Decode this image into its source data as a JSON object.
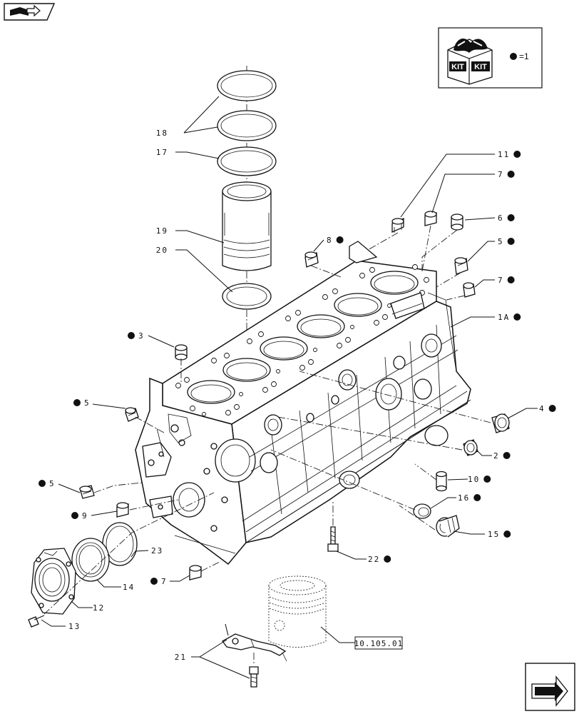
{
  "kit_legend": {
    "badge_left": "KIT",
    "badge_right": "KIT",
    "equation": "=1"
  },
  "reference_box": "10.105.01",
  "callouts": [
    {
      "id": "c18",
      "label": "18",
      "kit": false
    },
    {
      "id": "c17",
      "label": "17",
      "kit": false
    },
    {
      "id": "c19",
      "label": "19",
      "kit": false
    },
    {
      "id": "c20",
      "label": "20",
      "kit": false
    },
    {
      "id": "c11",
      "label": "11",
      "kit": true
    },
    {
      "id": "c7a",
      "label": "7",
      "kit": true
    },
    {
      "id": "c6",
      "label": "6",
      "kit": true
    },
    {
      "id": "c8",
      "label": "8",
      "kit": true
    },
    {
      "id": "c5a",
      "label": "5",
      "kit": true
    },
    {
      "id": "c7b",
      "label": "7",
      "kit": true
    },
    {
      "id": "c1A",
      "label": "1A",
      "kit": true
    },
    {
      "id": "c3",
      "label": "3",
      "kit": true
    },
    {
      "id": "c5b",
      "label": "5",
      "kit": true
    },
    {
      "id": "c4",
      "label": "4",
      "kit": true
    },
    {
      "id": "c2",
      "label": "2",
      "kit": true
    },
    {
      "id": "c10",
      "label": "10",
      "kit": true
    },
    {
      "id": "c5c",
      "label": "5",
      "kit": true
    },
    {
      "id": "c16",
      "label": "16",
      "kit": true
    },
    {
      "id": "c9",
      "label": "9",
      "kit": true
    },
    {
      "id": "c15",
      "label": "15",
      "kit": true
    },
    {
      "id": "c23",
      "label": "23",
      "kit": false
    },
    {
      "id": "c22",
      "label": "22",
      "kit": true
    },
    {
      "id": "c7c",
      "label": "7",
      "kit": true
    },
    {
      "id": "c14",
      "label": "14",
      "kit": false
    },
    {
      "id": "c12",
      "label": "12",
      "kit": false
    },
    {
      "id": "c13",
      "label": "13",
      "kit": false
    },
    {
      "id": "c21",
      "label": "21",
      "kit": false
    }
  ],
  "icons": {
    "top_left": "manual-book-arrow-icon",
    "bottom_right": "next-page-arrow-icon"
  }
}
